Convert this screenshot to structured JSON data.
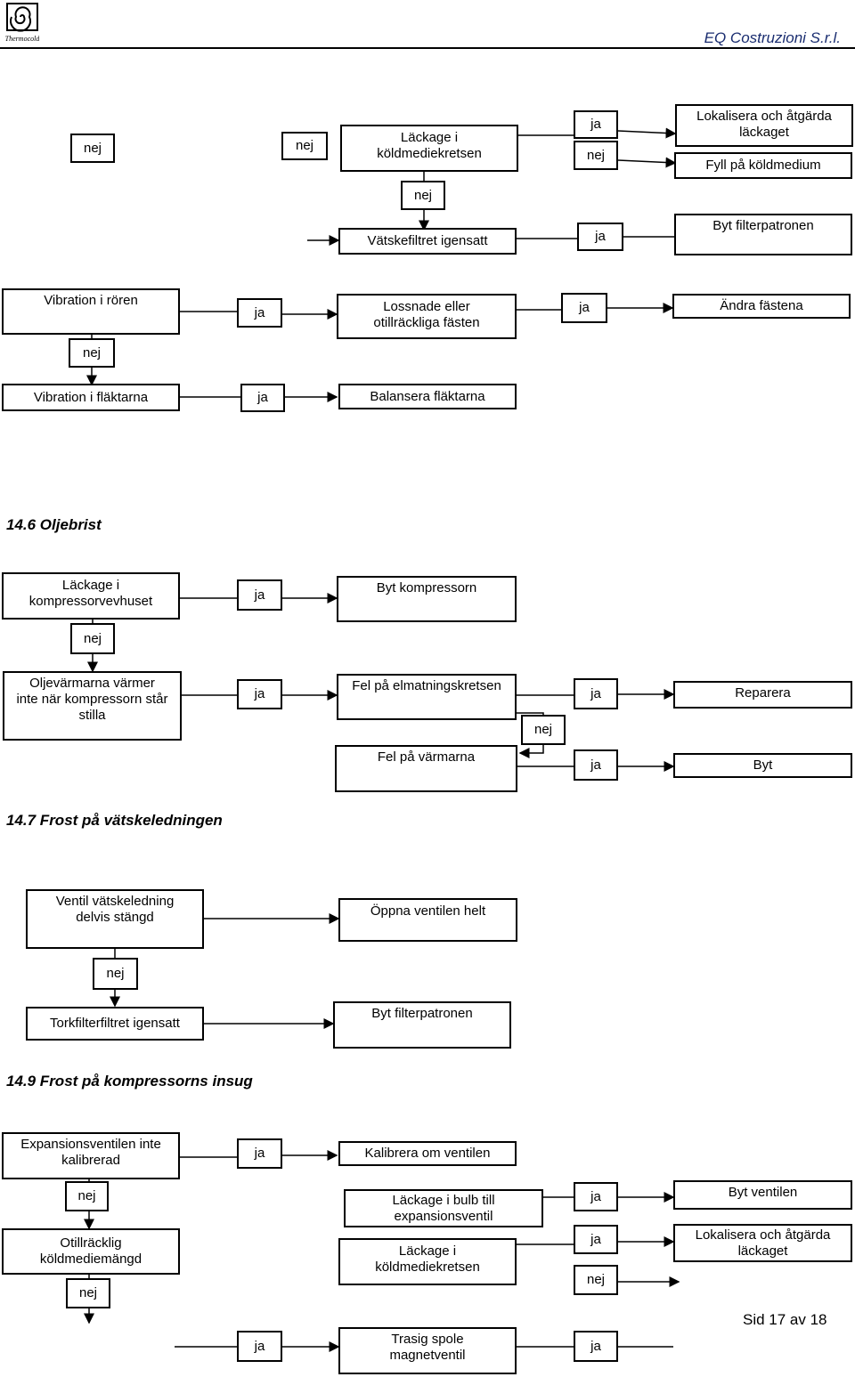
{
  "header": {
    "company": "EQ Costruzioni S.r.l.",
    "logo_icon": "thermocold-spiral-logo"
  },
  "sections": {
    "s14_6": "14.6 Oljebrist",
    "s14_7": "14.7 Frost på vätskeledningen",
    "s14_9": "14.9 Frost på kompressorns insug"
  },
  "boxes": [
    "nej",
    "nej",
    "Läckage i\nköldmediekretsen",
    "ja",
    "Lokalisera och åtgärda\nläckaget",
    "nej",
    "Fyll på köldmedium",
    "nej",
    "Vätskefiltret igensatt",
    "ja",
    "Byt filterpatronen",
    "Vibration i rören",
    "ja",
    "Lossnade eller\notillräckliga fästen",
    "ja",
    "Ändra fästena",
    "nej",
    "Vibration i fläktarna",
    "ja",
    "Balansera fläktarna",
    "Läckage i\nkompressorvevhuset",
    "ja",
    "Byt kompressorn",
    "nej",
    "Oljevärmarna värmer\ninte när kompressorn står\nstilla",
    "ja",
    "Fel på elmatningskretsen",
    "ja",
    "Reparera",
    "nej",
    "Fel på värmarna",
    "ja",
    "Byt",
    "Ventil vätskeledning\ndelvis stängd",
    "Öppna ventilen helt",
    "nej",
    "Torkfilterfiltret igensatt",
    "Byt filterpatronen",
    "Expansionsventilen inte\nkalibrerad",
    "ja",
    "Kalibrera om ventilen",
    "nej",
    "Läckage i bulb till\nexpansionsventil",
    "ja",
    "Byt ventilen",
    "Otillräcklig\nköldmediemängd",
    "Läckage i\nköldmediekretsen",
    "ja",
    "Lokalisera och åtgärda\nläckaget",
    "nej",
    "nej",
    "ja",
    "Trasig spole\nmagnetventil",
    "ja"
  ],
  "footer": {
    "page": "Sid 17 av 18"
  }
}
